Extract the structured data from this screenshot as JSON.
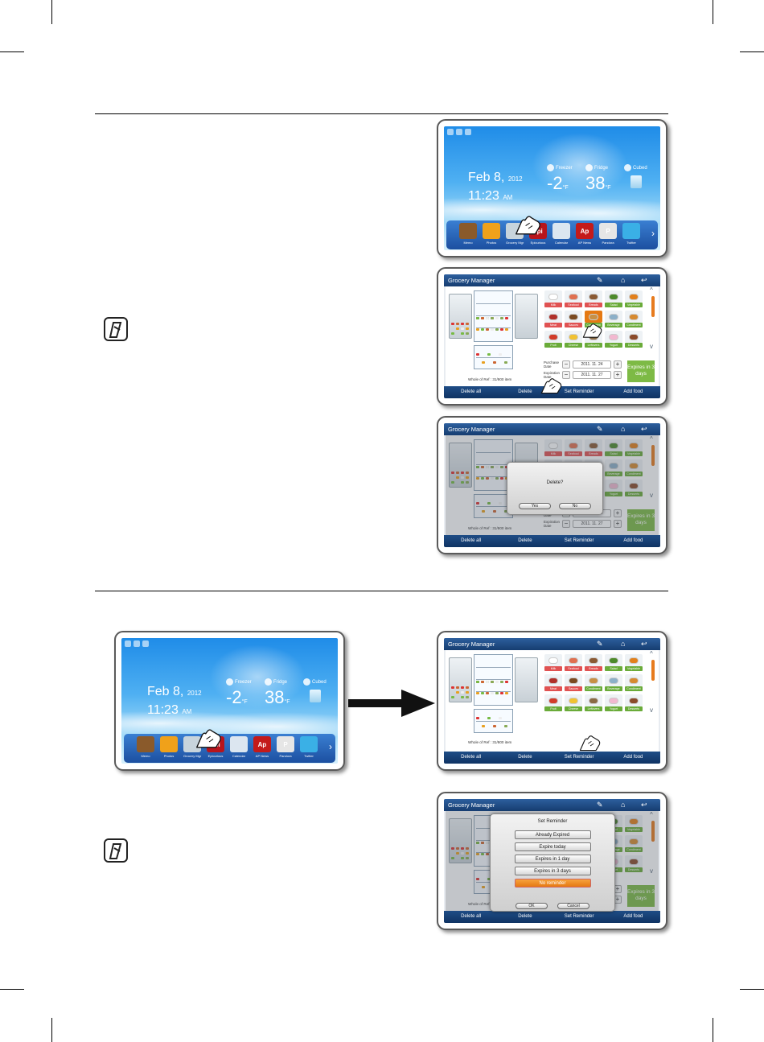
{
  "home": {
    "date": "Feb 8,",
    "year": "2012",
    "time": "11:23",
    "ampm": "AM",
    "freezer": {
      "label": "Freezer",
      "value": "-2",
      "unit": "°F"
    },
    "fridge": {
      "label": "Fridge",
      "value": "38",
      "unit": "°F"
    },
    "ice": {
      "label": "Cubed"
    },
    "apps": [
      {
        "label": "Memo",
        "icon": "memo-icon",
        "color": "#8a5a2b"
      },
      {
        "label": "Photos",
        "icon": "photos-icon",
        "color": "#f0a11a"
      },
      {
        "label": "Grocery Mgr",
        "icon": "grocery-icon",
        "color": "#c8d4dc"
      },
      {
        "label": "Epicurious",
        "icon": "epi",
        "color": "#b8141c"
      },
      {
        "label": "Calendar",
        "icon": "calendar-icon",
        "color": "#dce6f0"
      },
      {
        "label": "AP News",
        "icon": "Ap",
        "color": "#c41a1a"
      },
      {
        "label": "Pandora",
        "icon": "P",
        "color": "#e6e6e6"
      },
      {
        "label": "Twitter",
        "icon": "twitter-icon",
        "color": "#3ab0e6"
      }
    ]
  },
  "grocery": {
    "title": "Grocery Manager",
    "whole": "Whole of Ref : 31/800 item",
    "foods": [
      {
        "label": "Milk",
        "color": "#ffffff",
        "tag": "r"
      },
      {
        "label": "Seafood",
        "color": "#e07050",
        "tag": "r"
      },
      {
        "label": "Breads",
        "color": "#8a5a34",
        "tag": "r"
      },
      {
        "label": "Salad",
        "color": "#4d8a2b",
        "tag": "g"
      },
      {
        "label": "Vegetable",
        "color": "#e2801c",
        "tag": "g"
      },
      {
        "label": "Meat",
        "color": "#b0302a",
        "tag": "r"
      },
      {
        "label": "Sauces",
        "color": "#7a4a20",
        "tag": "r"
      },
      {
        "label": "Condiment",
        "color": "#c89045",
        "tag": "g"
      },
      {
        "label": "Beverage",
        "color": "#8cb0c8",
        "tag": "g"
      },
      {
        "label": "Condiment",
        "color": "#d68a30",
        "tag": "g"
      },
      {
        "label": "Fruit",
        "color": "#d23c2a",
        "tag": "g"
      },
      {
        "label": "Cheese",
        "color": "#f1c232",
        "tag": "g"
      },
      {
        "label": "Leftovers",
        "color": "#8a6a44",
        "tag": "g"
      },
      {
        "label": "Yogurt",
        "color": "#f2b8d0",
        "tag": "g"
      },
      {
        "label": "Desserts",
        "color": "#8a4a2a",
        "tag": "g"
      }
    ],
    "purchase_label": "Purchase Date",
    "purchase_date": "2011. 11. 24",
    "expiration_label": "Expiration Date",
    "expiration_date": "2011. 11. 27",
    "expires_badge": "Expires in 3 days",
    "buttons": [
      "Delete all",
      "Delete",
      "Set Reminder",
      "Add food"
    ]
  },
  "delete_dialog": {
    "question": "Delete?",
    "yes": "Yes",
    "no": "No"
  },
  "reminder_dialog": {
    "title": "Set Reminder",
    "options": [
      "Already Expired",
      "Expire today",
      "Expires in 1 day",
      "Expires in 3 days",
      "No reminder"
    ],
    "ok": "OK",
    "cancel": "Cancel"
  },
  "colors": {
    "accent_orange": "#e57913",
    "badge_green": "#7dba45",
    "header_blue": "#1f4d86"
  }
}
